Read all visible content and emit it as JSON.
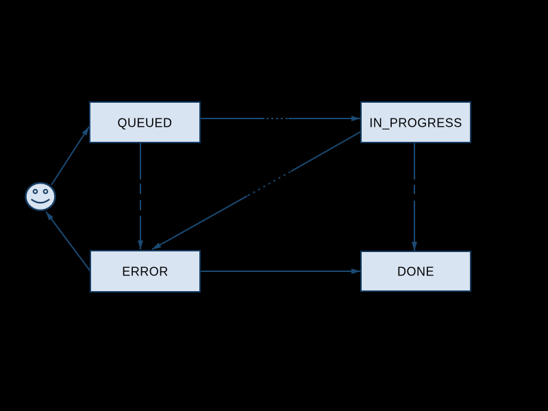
{
  "diagram": {
    "type": "state-machine",
    "background": "#000000",
    "colors": {
      "node_fill": "#d9e4f2",
      "node_border": "#163d63",
      "edge": "#1b4a73",
      "node_text": "#000000"
    },
    "nodes": {
      "start": {
        "type": "initial-state-smiley",
        "label": ""
      },
      "queued": {
        "label": "QUEUED"
      },
      "in_progress": {
        "label": "IN_PROGRESS"
      },
      "error": {
        "label": "ERROR"
      },
      "done": {
        "label": "DONE"
      }
    },
    "edges": [
      {
        "from": "start",
        "to": "queued",
        "label_illegible": false
      },
      {
        "from": "queued",
        "to": "in_progress",
        "label_illegible": true
      },
      {
        "from": "queued",
        "to": "error",
        "label_illegible": true
      },
      {
        "from": "in_progress",
        "to": "error",
        "label_illegible": true
      },
      {
        "from": "in_progress",
        "to": "done",
        "label_illegible": true
      },
      {
        "from": "error",
        "to": "done",
        "label_illegible": false
      },
      {
        "from": "error",
        "to": "start",
        "label_illegible": false
      }
    ]
  }
}
